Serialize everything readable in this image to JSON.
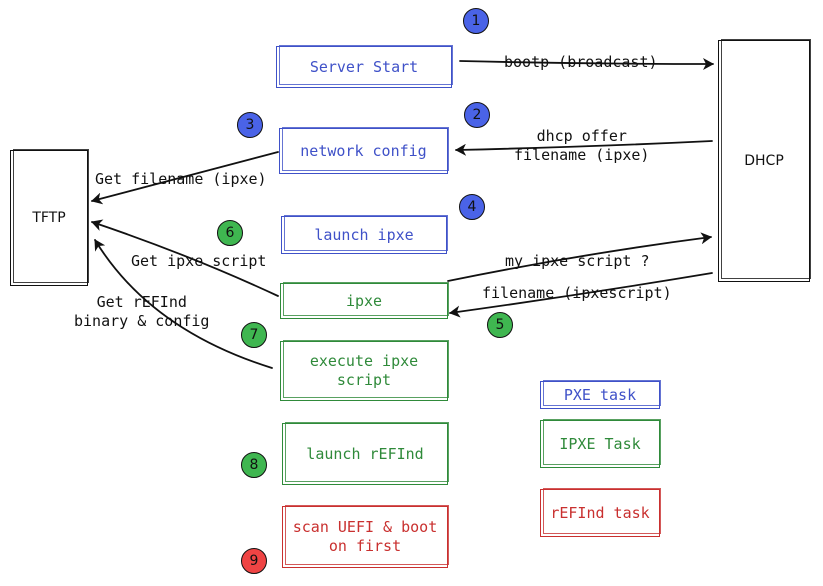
{
  "nodes": {
    "server_start": "Server Start",
    "network_config": "network config",
    "launch_ipxe": "launch ipxe",
    "ipxe": "ipxe",
    "execute_ipxe_script": "execute ipxe\nscript",
    "launch_refind": "launch rEFInd",
    "scan_uefi": "scan UEFI & boot\non first",
    "tftp": "TFTP",
    "dhcp": "DHCP"
  },
  "edges": {
    "bootp": "bootp (broadcast)",
    "dhcp_offer": "dhcp offer\nfilename (ipxe)",
    "get_filename": "Get filename (ipxe)",
    "get_ipxe_script": "Get ipxe script",
    "get_refind": "Get rEFInd\nbinary & config",
    "my_ipxe_script": "my ipxe script ?",
    "filename_ipxescript": "filename (ipxescript)"
  },
  "steps": [
    "1",
    "2",
    "3",
    "4",
    "5",
    "6",
    "7",
    "8",
    "9"
  ],
  "legend": {
    "pxe": "PXE task",
    "ipxe": "IPXE Task",
    "refind": "rEFInd task"
  },
  "colors": {
    "pxe": "#3f51c8",
    "ipxe": "#2f8a3a",
    "refind": "#c9302f",
    "badge_blue": "#4a63e7",
    "badge_green": "#3fb650",
    "badge_red": "#ef4444"
  }
}
